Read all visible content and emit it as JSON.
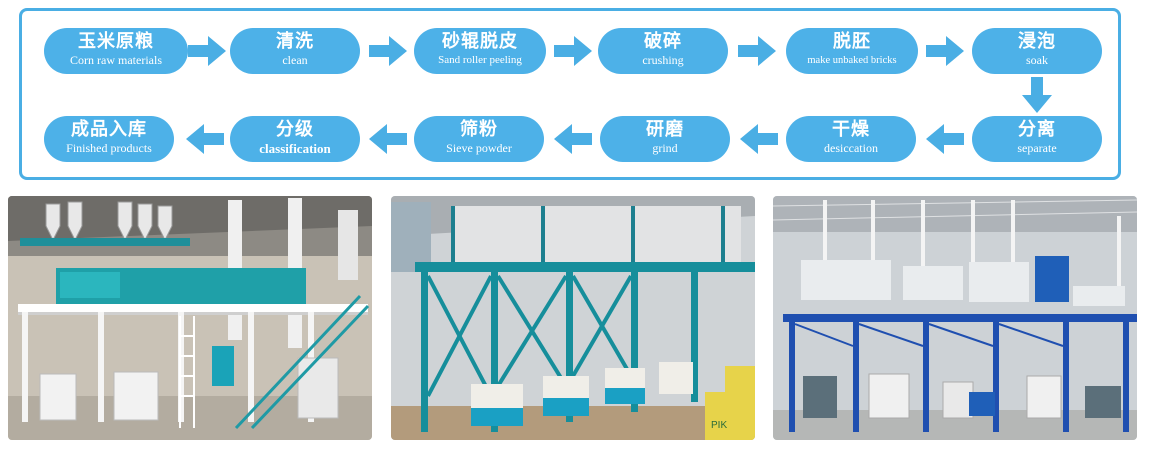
{
  "steps_row1": [
    {
      "zh": "玉米原粮",
      "en": "Corn raw materials"
    },
    {
      "zh": "清洗",
      "en": "clean"
    },
    {
      "zh": "砂辊脱皮",
      "en": "Sand roller peeling"
    },
    {
      "zh": "破碎",
      "en": "crushing"
    },
    {
      "zh": "脱胚",
      "en": "make unbaked bricks"
    },
    {
      "zh": "浸泡",
      "en": "soak"
    }
  ],
  "steps_row2": [
    {
      "zh": "成品入库",
      "en": "Finished products"
    },
    {
      "zh": "分级",
      "en": "classification"
    },
    {
      "zh": "筛粉",
      "en": "Sieve powder"
    },
    {
      "zh": "研磨",
      "en": "grind"
    },
    {
      "zh": "干燥",
      "en": "desiccation"
    },
    {
      "zh": "分离",
      "en": "separate"
    }
  ],
  "colors": {
    "accent": "#4aaee4",
    "step_fill": "#4db1e8",
    "arrow": "#4aaee4"
  },
  "icons": [
    "arrow-right-icon",
    "arrow-down-icon",
    "arrow-left-icon"
  ],
  "photos": [
    {
      "label": "white-and-teal-mill-plant"
    },
    {
      "label": "teal-steel-frame-mill-plant"
    },
    {
      "label": "blue-steel-frame-mill-plant"
    }
  ],
  "sign_text": "PIK"
}
